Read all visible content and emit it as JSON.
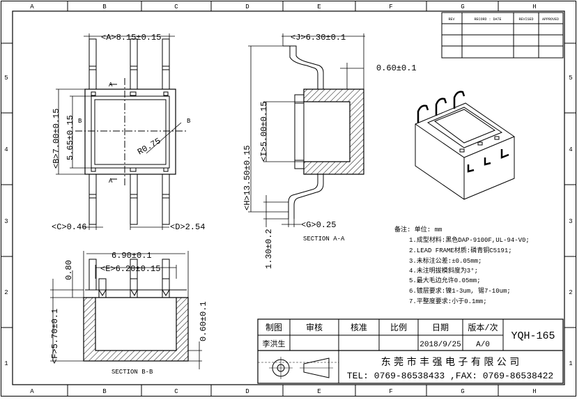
{
  "border": {
    "cols": [
      "A",
      "B",
      "C",
      "D",
      "E",
      "F",
      "G",
      "H"
    ],
    "rows": [
      "5",
      "4",
      "3",
      "2",
      "1"
    ]
  },
  "revision_table": {
    "headers": [
      "REV",
      "RECORD : DATE",
      "REVISED",
      "APPROVED"
    ]
  },
  "dimensions": {
    "a": "<A>8.15±0.15",
    "b": "<B>7.00±0.15",
    "b_inner": "5.65±0.15",
    "c": "<C>0.46",
    "d": "<D>2.54",
    "r": "R0.75",
    "j": "<J>6.30±0.1",
    "t": "0.60±0.1",
    "h": "<H>13.50±0.15",
    "i": "<I>5.00±0.15",
    "g": "<G>0.25",
    "lead": "1.30±0.2",
    "w690": "6.90±0.1",
    "e": "<E>6.20±0.15",
    "h080": "0.80",
    "f": "<F>5.70±0.1",
    "wall": "0.60±0.1"
  },
  "section_marks": {
    "a": "A",
    "b": "B"
  },
  "section_labels": {
    "aa": "SECTION A-A",
    "bb": "SECTION B-B"
  },
  "notes": {
    "heading": "备注: 单位: mm",
    "items": [
      "1.成型材料:黑色DAP-9100F,UL-94-V0;",
      "2.LEAD FRAME材质:磷青铜C5191;",
      "3.未标注公差:±0.05mm;",
      "4.未注明拔模斜度为3°;",
      "5.最大毛边允许0.05mm;",
      "6.镀层要求:镍1-3um, 锡7-10um;",
      "7.平整度要求:小于0.1mm;"
    ]
  },
  "title_block": {
    "headers": [
      "制图",
      "审核",
      "核准",
      "比例",
      "日期",
      "版本/次"
    ],
    "drawn_by": "李洪生",
    "date": "2018/9/25",
    "version": "A/0",
    "part_no": "YQH-165",
    "company": "东 莞 市 丰 强 电 子 有 限 公 司",
    "contact": "TEL: 0769-86538433 ,FAX: 0769-86538422"
  }
}
